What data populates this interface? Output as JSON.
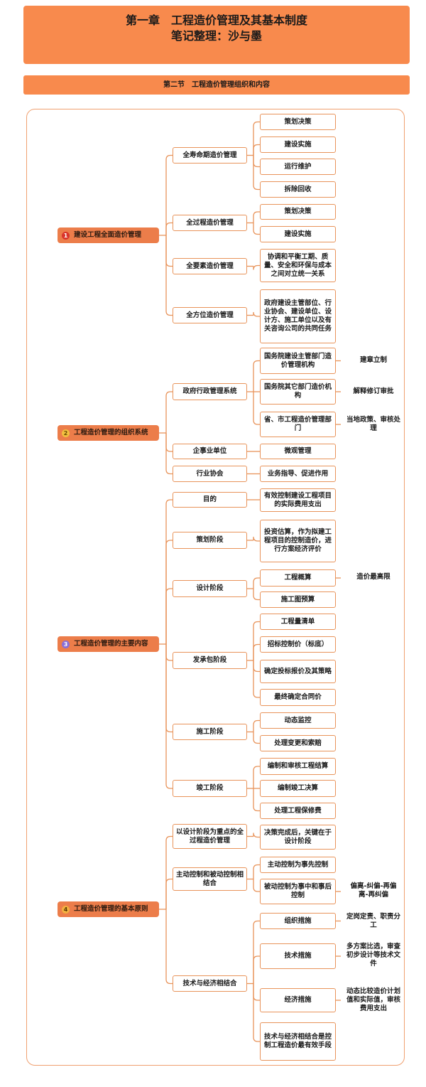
{
  "header": {
    "title_line1": "第一章　工程造价管理及其基本制度",
    "title_line2": "笔记整理：沙与墨"
  },
  "section": {
    "title": "第二节　工程造价管理组织和内容"
  },
  "colors": {
    "accent": "#f88a4d",
    "root_fill": "#ec7d4a",
    "border": "#e8935a"
  },
  "roots": [
    {
      "number": "1",
      "label": "建设工程全面造价管理",
      "branches": [
        {
          "label": "全寿命期造价管理",
          "items": [
            {
              "label": "策划决策"
            },
            {
              "label": "建设实施"
            },
            {
              "label": "运行维护"
            },
            {
              "label": "拆除回收"
            }
          ]
        },
        {
          "label": "全过程造价管理",
          "items": [
            {
              "label": "策划决策"
            },
            {
              "label": "建设实施"
            }
          ]
        },
        {
          "label": "全要素造价管理",
          "items": [
            {
              "label": "协调和平衡工期、质量、安全和环保与成本之间对立统一关系"
            }
          ]
        },
        {
          "label": "全方位造价管理",
          "items": [
            {
              "label": "政府建设主管部位、行业协会、建设单位、设计方、施工单位以及有关咨询公司的共同任务"
            }
          ]
        }
      ]
    },
    {
      "number": "2",
      "label": "工程造价管理的组织系统",
      "branches": [
        {
          "label": "政府行政管理系统",
          "items": [
            {
              "label": "国务院建设主管部门造价管理机构",
              "note": "建章立制"
            },
            {
              "label": "国务院其它部门造价机构",
              "note": "解释修订审批"
            },
            {
              "label": "省、市工程造价管理部门",
              "note": "当地政策、审核处理"
            }
          ]
        },
        {
          "label": "企事业单位",
          "items": [
            {
              "label": "微观管理"
            }
          ]
        },
        {
          "label": "行业协会",
          "items": [
            {
              "label": "业务指导、促进作用"
            }
          ]
        }
      ]
    },
    {
      "number": "3",
      "label": "工程造价管理的主要内容",
      "branches": [
        {
          "label": "目的",
          "items": [
            {
              "label": "有效控制建设工程项目的实际费用支出"
            }
          ]
        },
        {
          "label": "策划阶段",
          "items": [
            {
              "label": "投资估算，作为拟建工程项目的控制造价，进行方案经济评价"
            }
          ]
        },
        {
          "label": "设计阶段",
          "items": [
            {
              "label": "工程概算",
              "note": "造价最高限"
            },
            {
              "label": "施工图预算"
            }
          ]
        },
        {
          "label": "发承包阶段",
          "items": [
            {
              "label": "工程量清单"
            },
            {
              "label": "招标控制价（标底）"
            },
            {
              "label": "确定投标报价及其策略"
            },
            {
              "label": "最终确定合同价"
            }
          ]
        },
        {
          "label": "施工阶段",
          "items": [
            {
              "label": "动态监控"
            },
            {
              "label": "处理变更和索赔"
            }
          ]
        },
        {
          "label": "竣工阶段",
          "items": [
            {
              "label": "编制和审核工程结算"
            },
            {
              "label": "编制竣工决算"
            },
            {
              "label": "处理工程保修费"
            }
          ]
        }
      ]
    },
    {
      "number": "4",
      "label": "工程造价管理的基本原则",
      "branches": [
        {
          "label": "以设计阶段为重点的全过程造价管理",
          "items": [
            {
              "label": "决策完成后，关键在于设计阶段"
            }
          ]
        },
        {
          "label": "主动控制和被动控制相结合",
          "items": [
            {
              "label": "主动控制为事先控制"
            },
            {
              "label": "被动控制为事中和事后控制",
              "note": "偏离-纠偏-再偏离-再纠偏"
            }
          ]
        },
        {
          "label": "技术与经济相结合",
          "items": [
            {
              "label": "组织措施",
              "note": "定岗定责、职责分工"
            },
            {
              "label": "技术措施",
              "note": "多方案比选，审查初步设计等技术文件"
            },
            {
              "label": "经济措施",
              "note": "动态比较造价计划值和实际值，审核费用支出"
            },
            {
              "label": "技术与经济相结合是控制工程造价最有效手段"
            }
          ]
        }
      ]
    }
  ]
}
